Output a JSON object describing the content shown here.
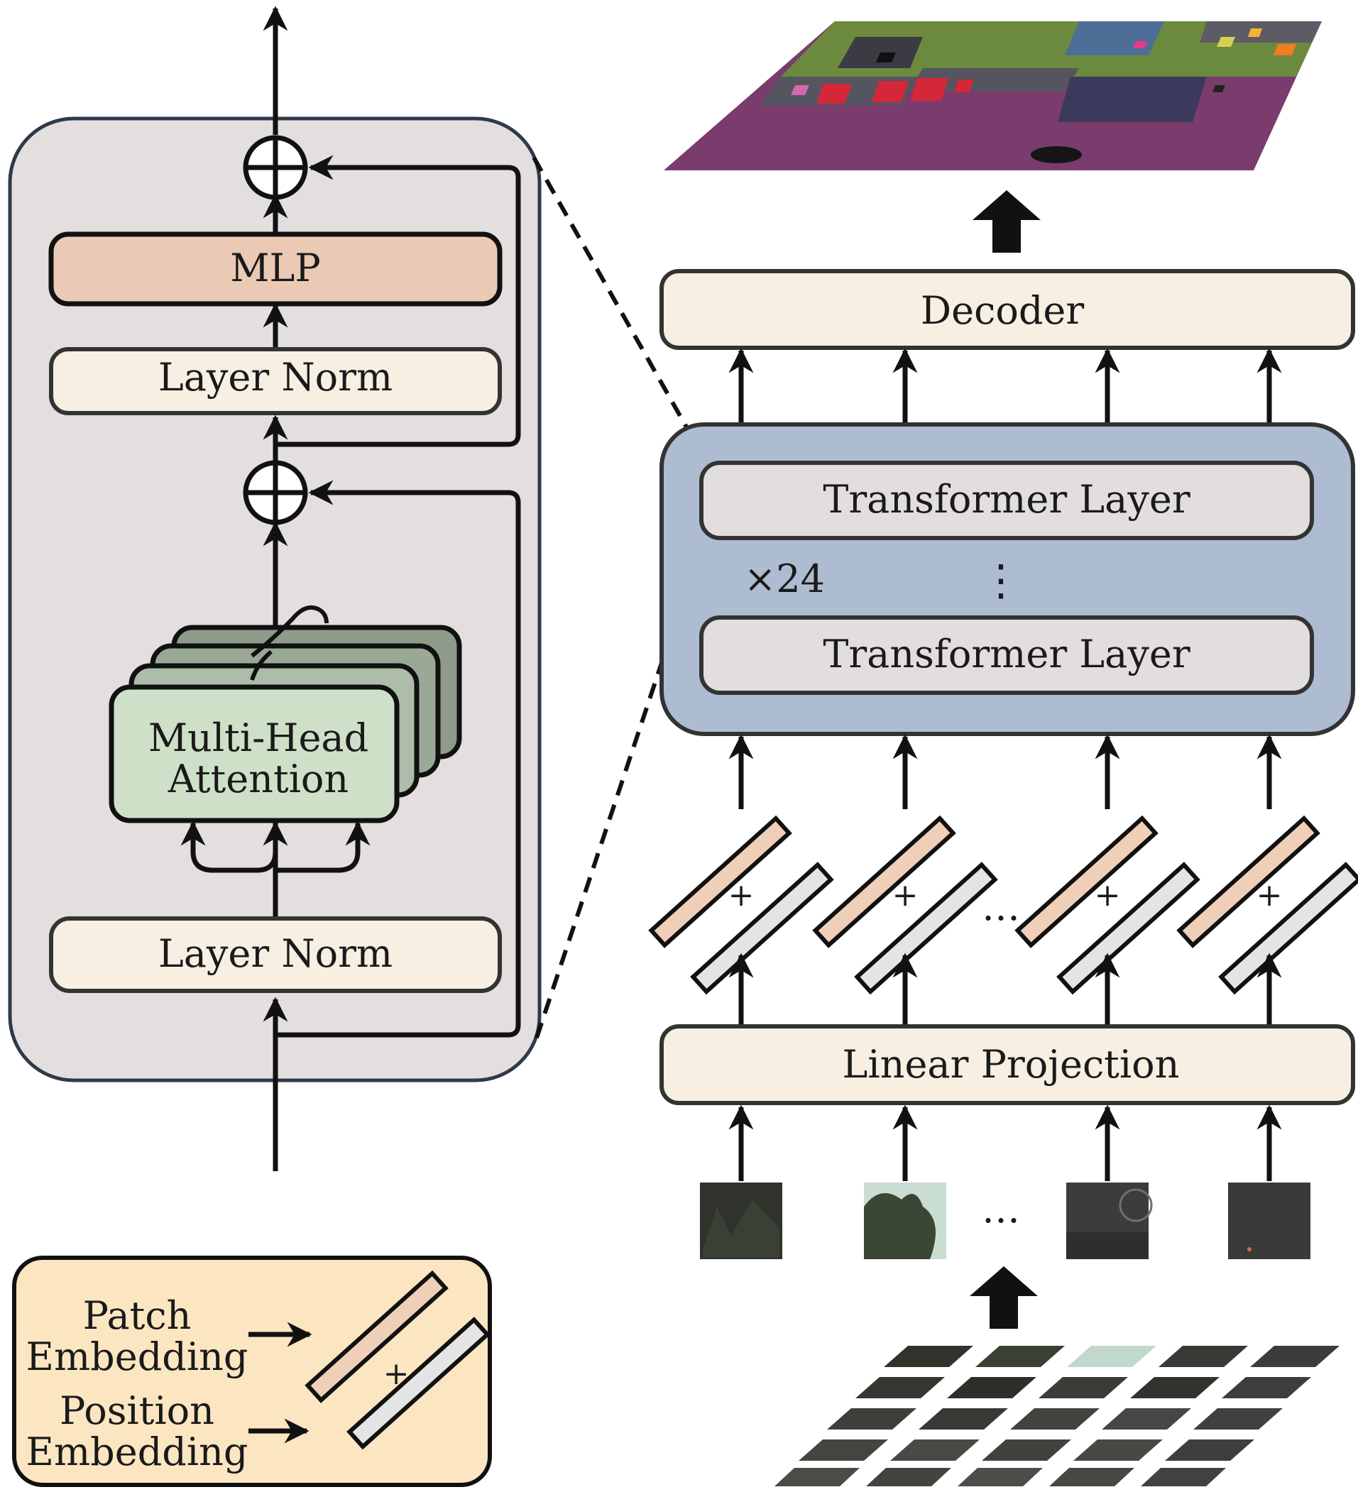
{
  "encoder_block": {
    "mlp_label": "MLP",
    "layer_norm_top": "Layer Norm",
    "layer_norm_bottom": "Layer Norm",
    "attention_line1": "Multi-Head",
    "attention_line2": "Attention"
  },
  "pipeline": {
    "decoder_label": "Decoder",
    "transformer_layer_top": "Transformer Layer",
    "transformer_layer_bottom": "Transformer Layer",
    "repeat_label": "×24",
    "vertical_ellipsis": "⋮",
    "linear_projection_label": "Linear Projection",
    "token_plus": "+",
    "token_ellipsis": "…",
    "patch_ellipsis": "…"
  },
  "legend": {
    "patch_line1": "Patch",
    "patch_line2": "Embedding",
    "position_line1": "Position",
    "position_line2": "Embedding",
    "plus": "+"
  },
  "colors": {
    "block_bg": "#e2dfde",
    "mlp": "#ebcab5",
    "layer_norm": "#f6efe2",
    "attention": "#cfe0c9",
    "attention_back": "#97a393",
    "transformer_bg": "#adbcd0",
    "transformer_layer": "#e1dedd",
    "patch_embed": "#f0cfb8",
    "pos_embed": "#e4e4e4",
    "legend_bg": "#fbe6c1",
    "seg_purple": "#7a3c6c",
    "seg_green": "#6b8a3e",
    "seg_blue": "#4d6e96",
    "seg_red": "#d6263a",
    "seg_gray": "#555560"
  }
}
